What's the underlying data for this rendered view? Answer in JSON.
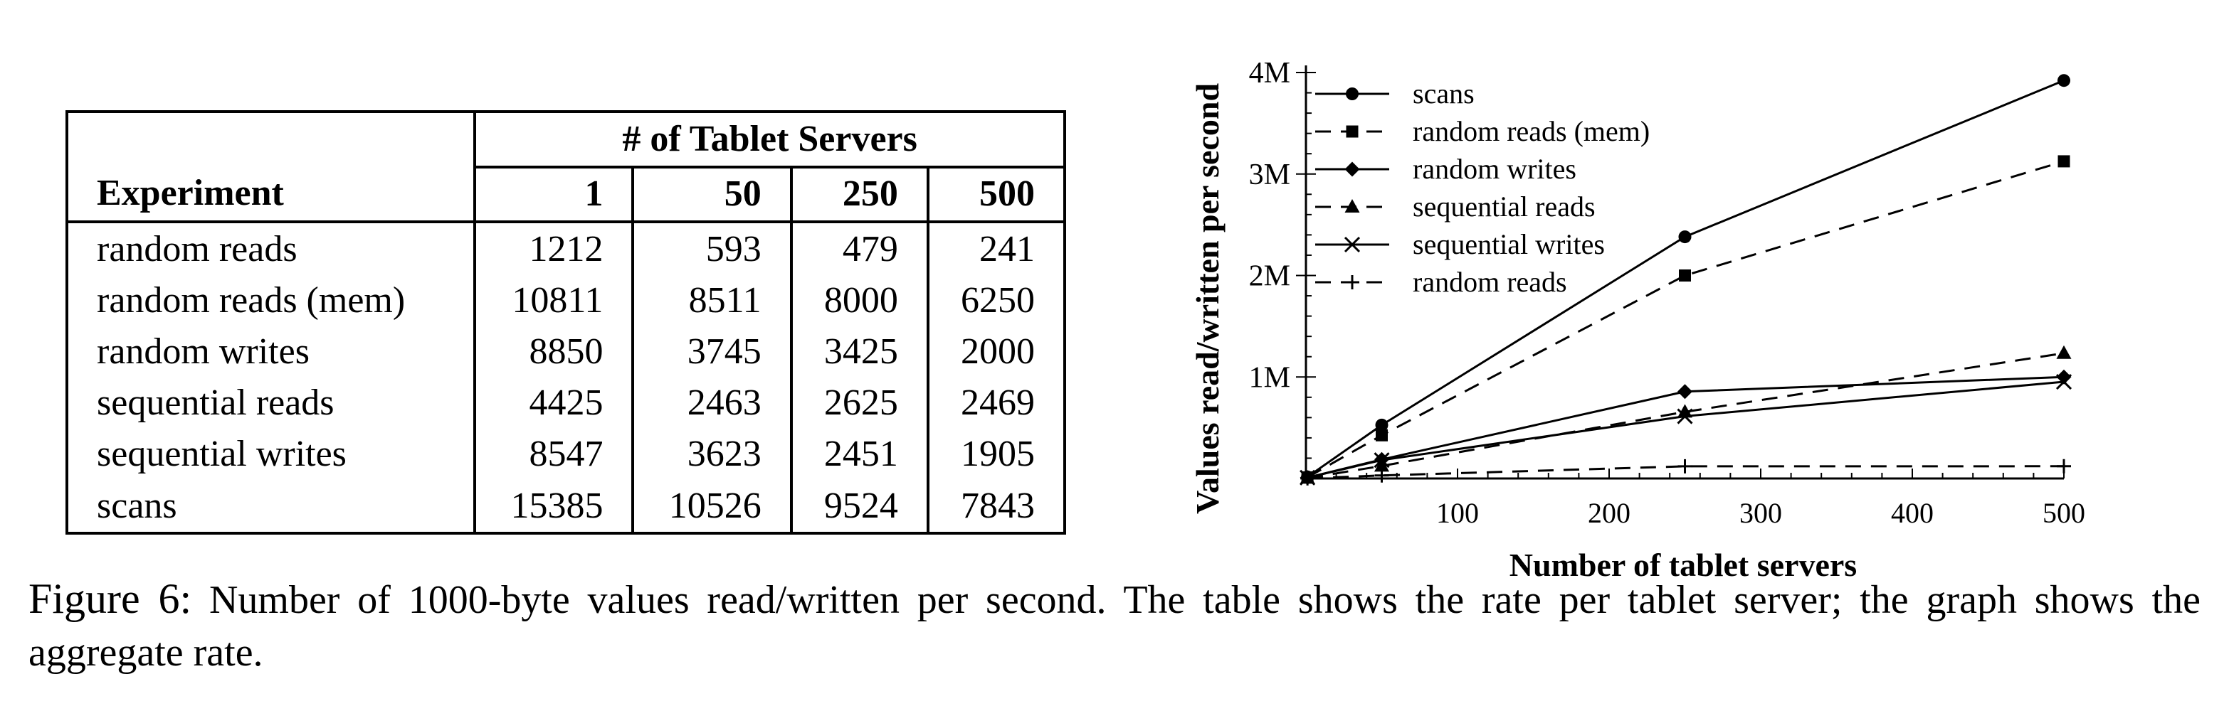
{
  "table": {
    "group_header": "# of Tablet Servers",
    "experiment_header": "Experiment",
    "columns": [
      "1",
      "50",
      "250",
      "500"
    ],
    "rows": [
      {
        "name": "random reads",
        "values": [
          "1212",
          "593",
          "479",
          "241"
        ]
      },
      {
        "name": "random reads (mem)",
        "values": [
          "10811",
          "8511",
          "8000",
          "6250"
        ]
      },
      {
        "name": "random writes",
        "values": [
          "8850",
          "3745",
          "3425",
          "2000"
        ]
      },
      {
        "name": "sequential reads",
        "values": [
          "4425",
          "2463",
          "2625",
          "2469"
        ]
      },
      {
        "name": "sequential writes",
        "values": [
          "8547",
          "3623",
          "2451",
          "1905"
        ]
      },
      {
        "name": "scans",
        "values": [
          "15385",
          "10526",
          "9524",
          "7843"
        ]
      }
    ]
  },
  "chart_data": {
    "type": "line",
    "xlabel": "Number of tablet servers",
    "ylabel": "Values read/written per second",
    "xlim": [
      0,
      500
    ],
    "ylim": [
      0,
      4000000
    ],
    "xticks": [
      100,
      200,
      300,
      400,
      500
    ],
    "xtick_labels": [
      "100",
      "200",
      "300",
      "400",
      "500"
    ],
    "yticks": [
      1000000,
      2000000,
      3000000,
      4000000
    ],
    "ytick_labels": [
      "1M",
      "2M",
      "3M",
      "4M"
    ],
    "legend_position": "top-left",
    "grid": false,
    "x": [
      1,
      50,
      250,
      500
    ],
    "series": [
      {
        "name": "scans",
        "marker": "circle",
        "dash": "solid",
        "values": [
          15385,
          526300,
          2381000,
          3921500
        ]
      },
      {
        "name": "random reads (mem)",
        "marker": "square",
        "dash": "dashed",
        "values": [
          10811,
          425550,
          2000000,
          3125000
        ]
      },
      {
        "name": "random writes",
        "marker": "diamond",
        "dash": "solid",
        "values": [
          8850,
          187250,
          856250,
          1000000
        ]
      },
      {
        "name": "sequential reads",
        "marker": "triangle",
        "dash": "dashed",
        "values": [
          4425,
          123150,
          656250,
          1234500
        ]
      },
      {
        "name": "sequential writes",
        "marker": "x",
        "dash": "solid",
        "values": [
          8547,
          181150,
          612750,
          952500
        ]
      },
      {
        "name": "random reads",
        "marker": "plus",
        "dash": "dashed",
        "values": [
          1212,
          29650,
          119750,
          120500
        ]
      }
    ]
  },
  "caption": {
    "label": "Figure 6:",
    "text": "Number of 1000-byte values read/written per second. The table shows the rate per tablet server; the graph shows the aggregate rate."
  }
}
